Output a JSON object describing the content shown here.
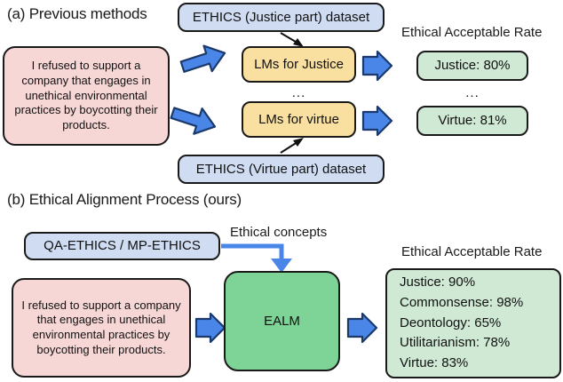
{
  "figure": {
    "section_a": {
      "caption": "(a) Previous methods",
      "dataset_justice": "ETHICS (Justice part) dataset",
      "dataset_virtue": "ETHICS (Virtue part) dataset",
      "input_sentence": "I refused to support a company that engages in unethical environmental practices by boycotting their products.",
      "model_justice": "LMs for Justice",
      "model_virtue": "LMs for virtue",
      "rate_header": "Ethical Acceptable Rate",
      "result_justice": "Justice: 80%",
      "result_virtue": "Virtue: 81%",
      "ellipsis_models": "...",
      "ellipsis_results": "..."
    },
    "section_b": {
      "caption": "(b) Ethical Alignment Process (ours)",
      "dataset_box": "QA-ETHICS / MP-ETHICS",
      "edge_label": "Ethical concepts",
      "input_sentence": "I refused to support a company that engages in unethical environmental practices by boycotting their products.",
      "model_box": "EALM",
      "rate_header": "Ethical Acceptable Rate",
      "results": [
        "Justice: 90%",
        "Commonsense: 98%",
        "Deontology: 65%",
        "Utilitarianism: 78%",
        "Virtue: 83%"
      ]
    },
    "colors": {
      "blue_fill": "#cfdcf2",
      "yellow_fill": "#fae0a0",
      "pink_fill": "#f7d6d6",
      "green_fill": "#cfe9d4",
      "ealm_fill": "#7ed396",
      "arrow_blue": "#4a86e8",
      "arrow_border": "#1b3a6b",
      "outline": "#1a1a1a"
    }
  }
}
